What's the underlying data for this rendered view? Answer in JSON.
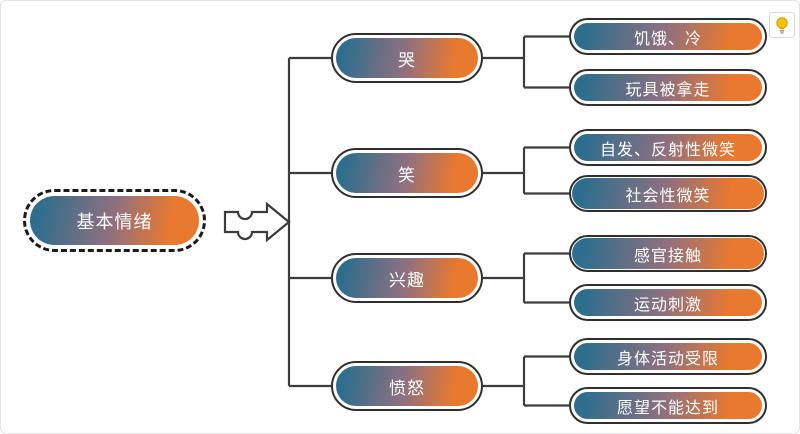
{
  "root": {
    "label": "基本情绪"
  },
  "branches": [
    {
      "label": "哭",
      "children": [
        {
          "label": "饥饿、冷"
        },
        {
          "label": "玩具被拿走"
        }
      ]
    },
    {
      "label": "笑",
      "children": [
        {
          "label": "自发、反射性微笑"
        },
        {
          "label": "社会性微笑"
        }
      ]
    },
    {
      "label": "兴趣",
      "children": [
        {
          "label": "感官接触"
        },
        {
          "label": "运动刺激"
        }
      ]
    },
    {
      "label": "愤怒",
      "children": [
        {
          "label": "身体活动受限"
        },
        {
          "label": "愿望不能达到"
        }
      ]
    }
  ],
  "icons": {
    "hint_button": "lightbulb-icon",
    "flow_arrow": "right-arrow-icon"
  },
  "colors": {
    "gradient_left": "#2d6e8e",
    "gradient_mid": "#8d7080",
    "gradient_right": "#e9792e",
    "node_outline": "#2f2f2f",
    "connector_line": "#3c3c3c",
    "arrow_light": "#d6d6d6",
    "arrow_dark": "#6e6e6e",
    "bulb_yellow": "#ffc000",
    "bulb_stroke": "#d99b00",
    "bulb_base": "#9e9e9e"
  }
}
